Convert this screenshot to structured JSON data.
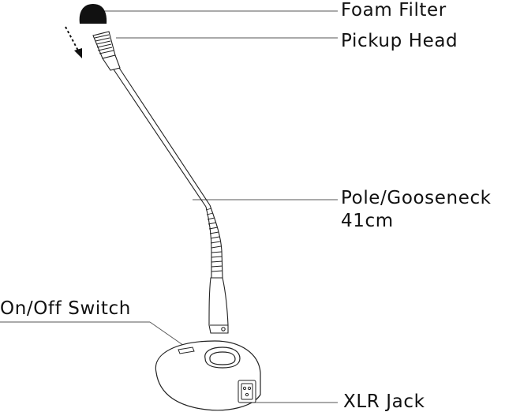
{
  "labels": {
    "foam_filter": "Foam Filter",
    "pickup_head": "Pickup Head",
    "pole_line1": "Pole/Gooseneck",
    "pole_line2": "41cm",
    "onoff_switch": "On/Off Switch",
    "xlr_jack": "XLR Jack"
  },
  "colors": {
    "line": "#1a1a1a",
    "foam": "#111111",
    "text": "#111111",
    "background": "#ffffff"
  },
  "icons": {
    "assembly_arrow": "dashed-arrow-down"
  }
}
